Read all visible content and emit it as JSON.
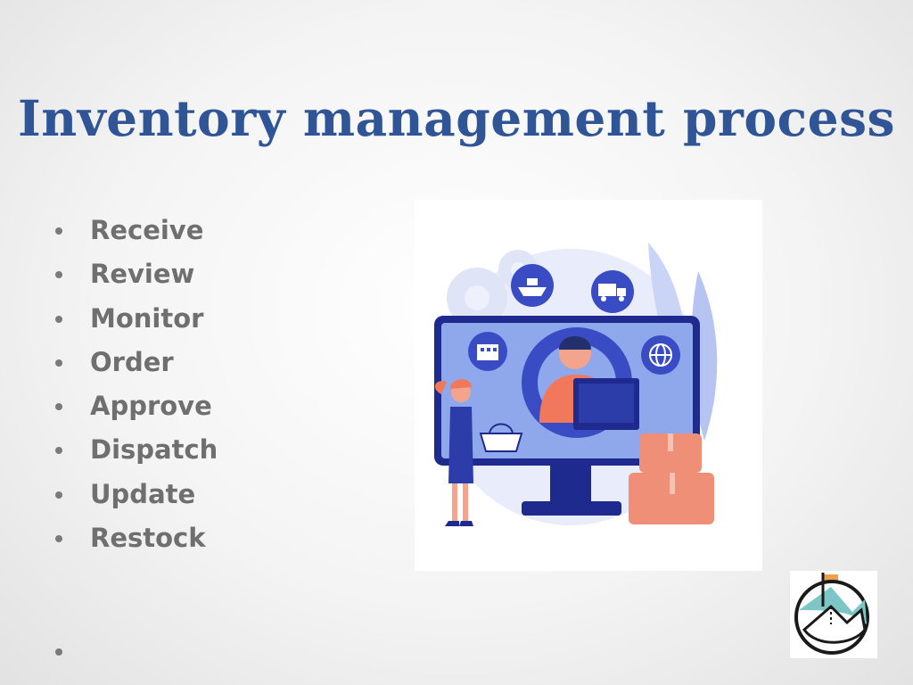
{
  "slide": {
    "title": "Inventory management process",
    "bullets": [
      "Receive",
      "Review",
      "Monitor",
      "Order",
      "Approve",
      "Dispatch",
      "Update",
      "Restock"
    ]
  },
  "illustration": {
    "icons": [
      "ship-icon",
      "truck-icon",
      "warehouse-icon",
      "globe-icon",
      "gear-icon",
      "shopping-basket-icon",
      "box-icon"
    ]
  },
  "logo": {
    "icon": "mountain-logo-icon"
  },
  "colors": {
    "title": "#2f5597",
    "bullet_text": "#6f6f6f",
    "screen_blue": "#8fa8ec",
    "frame_navy": "#1e2a8e",
    "accent_orange": "#f2785c",
    "box_salmon": "#f08f78",
    "logo_teal": "#7cc6c6",
    "logo_orange": "#f0a04b"
  }
}
